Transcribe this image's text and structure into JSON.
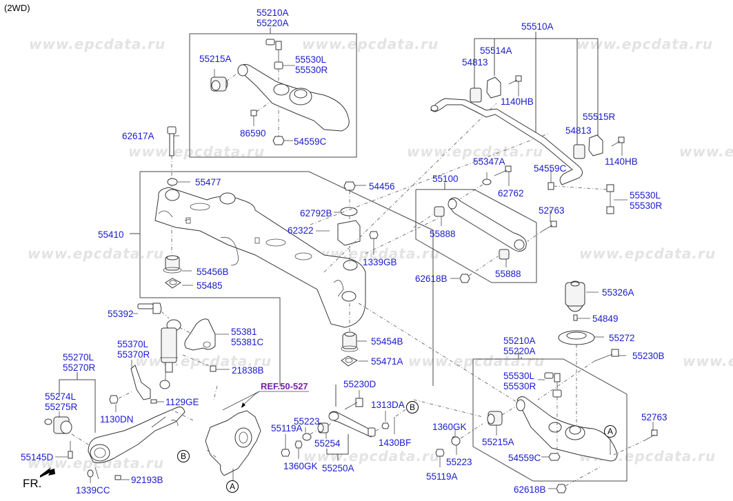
{
  "title": "(2WD)",
  "watermark": "www.epcdata.ru",
  "front_indicator": "FR.",
  "reference": "REF.50-527",
  "markers": {
    "a": "A",
    "b": "B"
  },
  "label_color": "#1a1acd",
  "reference_color": "#7a1fa2",
  "labels": {
    "upper_arm_assy": "55210A\n55220A",
    "upper_arm_bushing": "55215A",
    "upper_link": "55530L\n55530R",
    "upper_bolt_86590": "86590",
    "upper_nut": "54559C",
    "bolt_62617A": "62617A",
    "washer_55477": "55477",
    "crossmember": "55410",
    "bushing_55456B": "55456B",
    "stopper_55485": "55485",
    "nut_54456": "54456",
    "washer_62792B": "62792B",
    "bracket_62322": "62322",
    "nut_1339GB": "1339GB",
    "bushing_55454B": "55454B",
    "plate_55471A": "55471A",
    "stabilizer_assy": "55510A",
    "stab_bracket_l": "55514A",
    "stab_bushing_l": "54813",
    "stab_bolt_l": "1140HB",
    "stab_bracket_r": "55515R",
    "stab_bushing_r": "54813",
    "stab_bolt_r": "1140HB",
    "stab_nut": "54559C",
    "stab_link": "55530L\n55530R",
    "washer_55347A": "55347A",
    "bolt_62762": "62762",
    "assist_arm_assy": "55100",
    "assist_bushing_1": "55888",
    "assist_bushing_2": "55888",
    "bolt_52763_top": "52763",
    "nut_62618B_top": "62618B",
    "spring_pad": "55326A",
    "screw_54849": "54849",
    "spring_seat": "55272",
    "bolt_55230B": "55230B",
    "lower_arm_assy": "55210A\n55220A",
    "lower_link": "55530L\n55530R",
    "lower_bushing": "55215A",
    "lower_nut": "54559C",
    "bolt_52763_bottom": "52763",
    "nut_62618B_bottom": "62618B",
    "shock_bolt": "55392",
    "shock_bracket": "55381\n55381C",
    "shock_bracket_bolt": "21838B",
    "shock_absorber": "55370L\n55370R",
    "trailing_arm_assy": "55270L\n55270R",
    "trailing_bushing": "55274L\n55275R",
    "bolt_1129GE": "1129GE",
    "nut_1130DN": "1130DN",
    "bolt_55145D": "55145D",
    "nut_1339CC": "1339CC",
    "bolt_92193B": "92193B",
    "bolt_55230D": "55230D",
    "nut_1313DA": "1313DA",
    "pin_1430BF": "1430BF",
    "washer_55223_l": "55223",
    "nut_55119A_l": "55119A",
    "bushing_55254": "55254",
    "nut_1360GK_l": "1360GK",
    "toe_arm_assy": "55250A",
    "nut_1360GK_r": "1360GK",
    "washer_55223_r": "55223",
    "nut_55119A_r": "55119A"
  }
}
